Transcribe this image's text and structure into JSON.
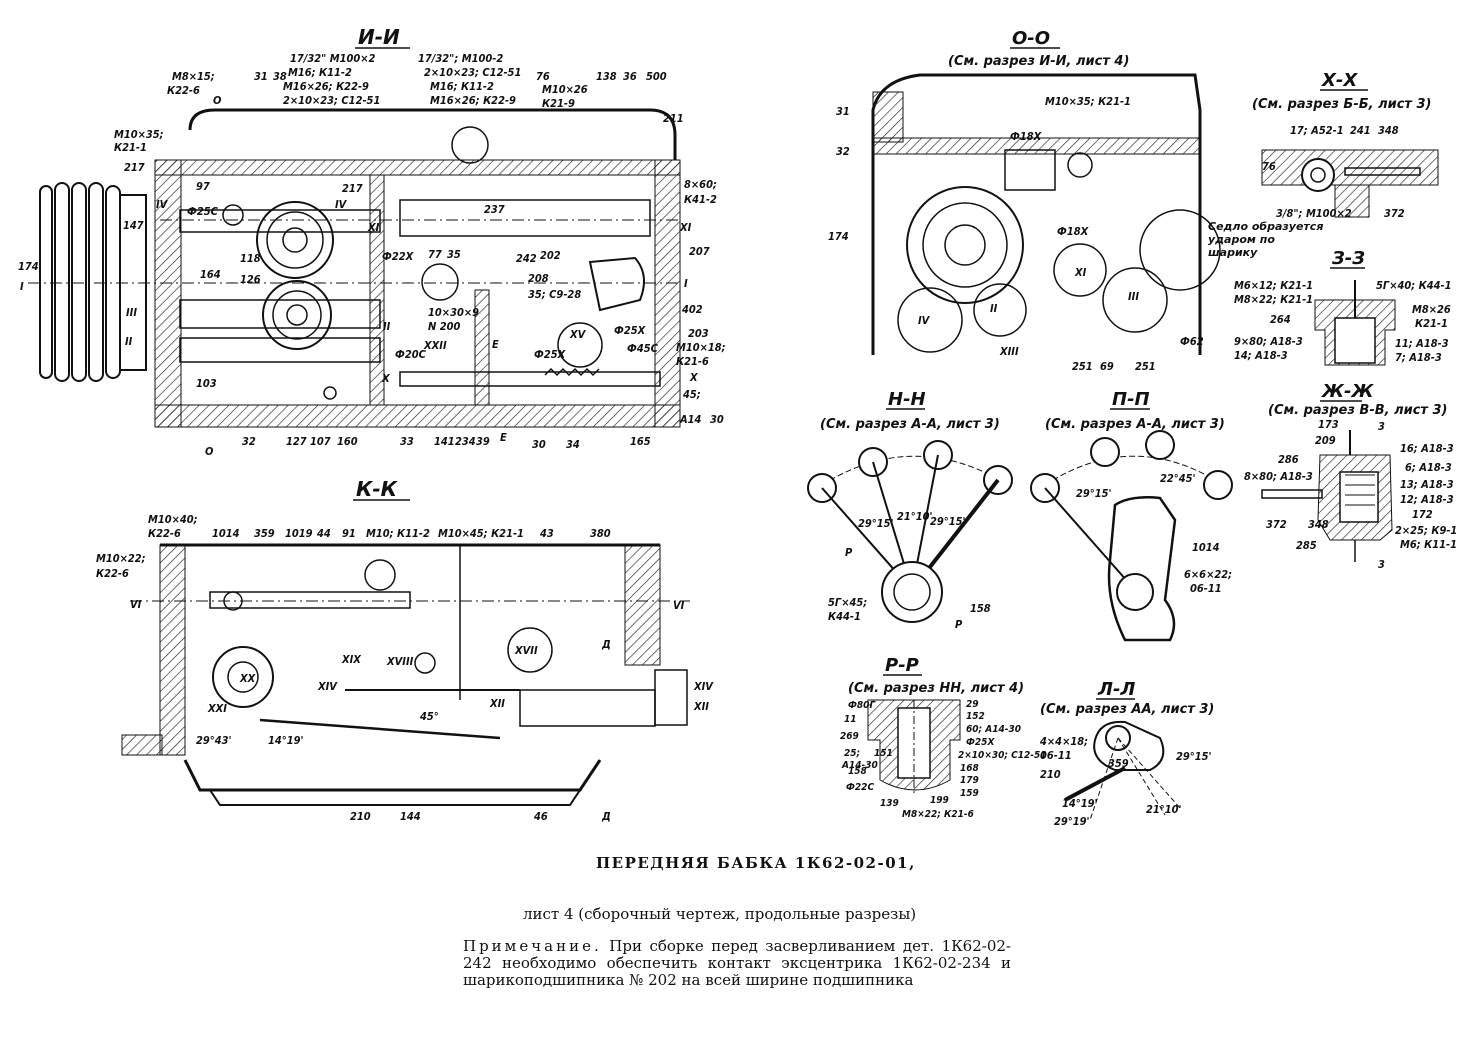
{
  "sheet": {
    "title": "ПЕРЕДНЯЯ БАБКА 1К62-02-01,",
    "subtitle": "лист 4 (сборочный чертеж, продольные разрезы)",
    "note_head": "Примечание.",
    "note_body": "При сборке перед засверливанием дет. 1К62-02-242 необходимо обеспечить контакт эксцентрика 1К62-02-234 и шарикоподшипника № 202 на всей ширине подшипника"
  },
  "views": {
    "ii": {
      "title": "И-И",
      "labels": [
        "М8×15;",
        "К22-6",
        "О",
        "31",
        "38",
        "17/32\" М100×2",
        "М16; К11-2",
        "М16×26; К22-9",
        "2×10×23; С12-51",
        "17/32\"; М100-2",
        "2×10×23; С12-51",
        "М16; К11-2",
        "М16×26; К22-9",
        "76",
        "М10×26",
        "К21-9",
        "138",
        "36",
        "500",
        "211",
        "М10×35;",
        "К21-1",
        "217",
        "97",
        "217",
        "IV",
        "IV",
        "XI",
        "8×60;",
        "К41-2",
        "XI",
        "147",
        "Ф25С",
        "174",
        "I",
        "164",
        "118",
        "126",
        "Ф22Х",
        "II",
        "237",
        "202",
        "207",
        "77",
        "35",
        "242",
        "208",
        "35; С9-28",
        "10×30×9",
        "N 200",
        "I",
        "402",
        "III",
        "II",
        "Ф20С",
        "XXII",
        "E",
        "Ф25Х",
        "XV",
        "Ф25Х",
        "Ф45С",
        "203",
        "М10×18;",
        "К21-6",
        "X",
        "103",
        "X",
        "45;",
        "А14",
        "30",
        "О",
        "32",
        "127",
        "107",
        "160",
        "33",
        "141",
        "234",
        "39",
        "E",
        "30",
        "34",
        "165"
      ]
    },
    "oo": {
      "title": "О-О",
      "ref": "(См. разрез И-И, лист 4)",
      "labels": [
        "31",
        "М10×35; К21-1",
        "32",
        "174",
        "Ф18Х",
        "Ф18Х",
        "XI",
        "III",
        "II",
        "IV",
        "XIII",
        "251",
        "69",
        "251",
        "Ф62"
      ]
    },
    "xx": {
      "title": "Х-Х",
      "ref": "(См. разрез Б-Б, лист 3)",
      "labels": [
        "17; А52-1",
        "241",
        "348",
        "76",
        "3/8\"; М100×2",
        "372"
      ],
      "note": "Седло образуется ударом по шарику"
    },
    "zz": {
      "title": "З-З",
      "labels": [
        "М6×12; К21-1",
        "5Г×40; К44-1",
        "М8×22; К21-1",
        "М8×26",
        "К21-1",
        "264",
        "9×80; А18-3",
        "11; А18-3",
        "14; А18-3",
        "7; А18-3"
      ]
    },
    "hh": {
      "title": "Н-Н",
      "ref": "(См. разрез А-А, лист 3)",
      "labels": [
        "29°15'",
        "21°10'",
        "29°15'",
        "P",
        "P",
        "5Г×45;",
        "К44-1",
        "158"
      ]
    },
    "pp": {
      "title": "П-П",
      "ref": "(См. разрез А-А, лист 3)",
      "labels": [
        "22°45'",
        "29°15'",
        "1014",
        "6×6×22;",
        "06-11"
      ]
    },
    "zhzh": {
      "title": "Ж-Ж",
      "ref": "(См. разрез В-В, лист 3)",
      "labels": [
        "3",
        "173",
        "209",
        "286",
        "16; А18-3",
        "8×80; А18-3",
        "6; А18-3",
        "13; А18-3",
        "12; А18-3",
        "172",
        "2×25; К9-1",
        "М6; К11-1",
        "372",
        "348",
        "285",
        "3"
      ]
    },
    "kk": {
      "title": "К-К",
      "labels": [
        "М10×40;",
        "К22-6",
        "1014",
        "359",
        "1019",
        "44",
        "91",
        "М10; К11-2",
        "М10×45; К21-1",
        "43",
        "380",
        "М10×22;",
        "К22-6",
        "VI",
        "VI",
        "XIX",
        "XVIII",
        "XVII",
        "Д",
        "XIV",
        "XIV",
        "XX",
        "XXI",
        "XII",
        "XII",
        "45°",
        "29°43'",
        "14°19'",
        "210",
        "144",
        "46",
        "Д"
      ]
    },
    "rr": {
      "title": "Р-Р",
      "ref": "(См. разрез НН, лист 4)",
      "labels": [
        "Ф80Г",
        "29",
        "11",
        "152",
        "269",
        "60; А14-30",
        "Ф25Х",
        "25;",
        "2×10×30; С12-51",
        "А14-30",
        "151",
        "168",
        "158",
        "179",
        "Ф22С",
        "159",
        "139",
        "199",
        "М8×22; К21-6"
      ]
    },
    "ll": {
      "title": "Л-Л",
      "ref": "(См. разрез АА, лист 3)",
      "labels": [
        "4×4×18;",
        "06-11",
        "29°15'",
        "359",
        "210",
        "14°19'",
        "21°10'",
        "29°19'"
      ]
    }
  }
}
